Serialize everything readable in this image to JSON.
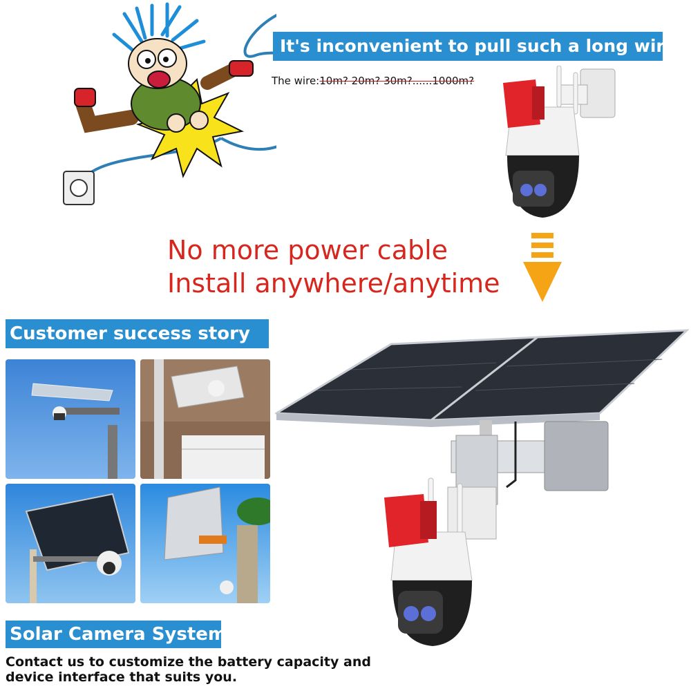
{
  "top_banner": "It's inconvenient to pull such a long wire.",
  "wire_caption": {
    "prefix": "The wire:",
    "lengths": "10m? 20m? 30m?......1000m?"
  },
  "headline": {
    "line1": "No more power cable",
    "line2": "Install anywhere/anytime"
  },
  "story_banner": "Customer success story",
  "system_banner": "Solar Camera System",
  "contact_text": "Contact us to customize the battery capacity and device interface that suits you.",
  "colors": {
    "banner_blue": "#2a8fd1",
    "headline_red": "#d6261d",
    "arrow_orange": "#f5a416",
    "siren_red": "#e0242a"
  }
}
